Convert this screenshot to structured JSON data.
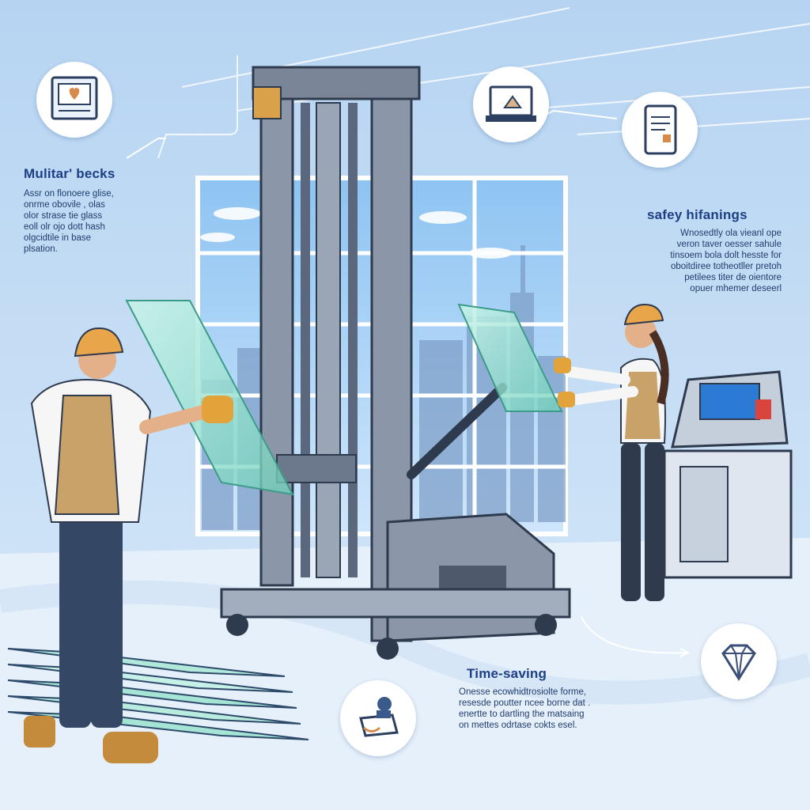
{
  "features": {
    "multi": {
      "heading": "Mulitar' becks",
      "lines": [
        "Assr on flonoere glise,",
        "onrme obovile , olas",
        "olor strase tie glass",
        "eoll olr ojo dott hash",
        "olgcidtile in base",
        "plsation."
      ],
      "icon": "monitor-icon"
    },
    "safety": {
      "heading": "safey hifanings",
      "lines": [
        "Wnosedtly ola vieanl ope",
        "veron taver oesser sahule",
        "tinsoem bola dolt hesste for",
        "oboitdiree totheotller pretoh",
        "petilees titer de oientore",
        "opuer mhemer deseerl"
      ],
      "icon": "laptop-icon"
    },
    "time": {
      "heading": "Time-saving",
      "lines": [
        "Onesse ecowhidtrosiolte forme,",
        "resesde poutter ncee borne dat .",
        "enertte to dartling the matsaing",
        "on mettes odrtase cokts esel."
      ],
      "icon": "document-icon"
    }
  },
  "icons": {
    "tablet": "tablet-icon",
    "diamond": "diamond-icon",
    "operator": "operator-icon"
  },
  "colors": {
    "background": "#cfe3f7",
    "heading": "#1c3f86",
    "machine": "#8b96a8",
    "glass": "#8fe0cf",
    "hardhat": "#e8a54a"
  }
}
